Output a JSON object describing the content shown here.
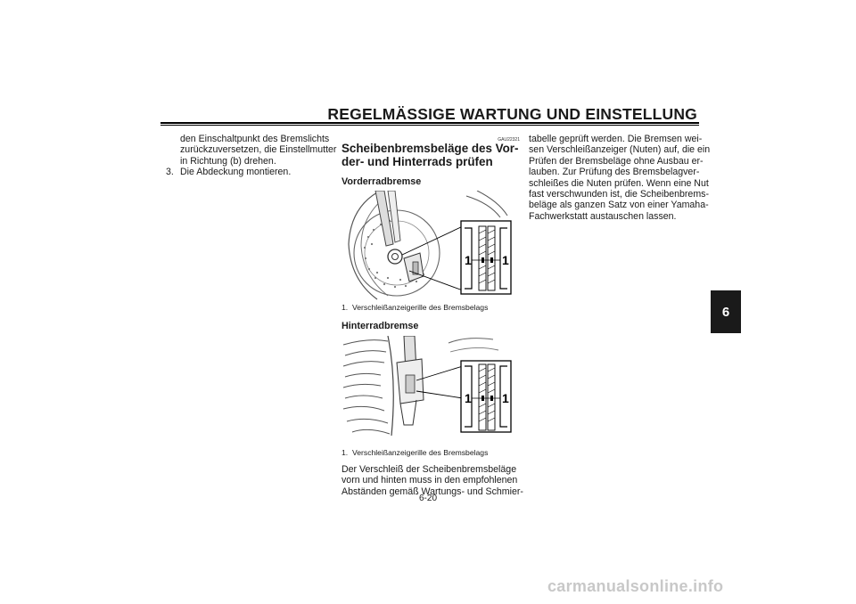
{
  "header": {
    "title": "REGELMÄSSIGE WARTUNG UND EINSTELLUNG"
  },
  "column1": {
    "continuation_lines": [
      "den Einschaltpunkt des Bremslichts",
      "zurückzuversetzen, die Einstellmutter",
      "in Richtung (b) drehen."
    ],
    "step": {
      "number": "3.",
      "text": "Die Abdeckung montieren."
    }
  },
  "section": {
    "code": "GAU22321",
    "title_lines": [
      "Scheibenbremsbeläge des Vor-",
      "der- und Hinterrads prüfen"
    ]
  },
  "front": {
    "heading": "Vorderradbremse",
    "caption_num": "1.",
    "caption_text": "Verschleißanzeigerille des Bremsbelags",
    "label_left": "1",
    "label_right": "1"
  },
  "rear": {
    "heading": "Hinterradbremse",
    "caption_num": "1.",
    "caption_text": "Verschleißanzeigerille des Bremsbelags",
    "label_left": "1",
    "label_right": "1"
  },
  "column2_paragraph": [
    "Der Verschleiß der Scheibenbremsbeläge",
    "vorn und hinten muss in den empfohlenen",
    "Abständen gemäß Wartungs- und Schmier-"
  ],
  "column3_paragraph": [
    "tabelle geprüft werden. Die Bremsen wei-",
    "sen Verschleißanzeiger (Nuten) auf, die ein",
    "Prüfen der Bremsbeläge ohne Ausbau er-",
    "lauben. Zur Prüfung des Bremsbelagver-",
    "schleißes die Nuten prüfen. Wenn eine Nut",
    "fast verschwunden ist, die Scheibenbrems-",
    "beläge als ganzen Satz von einer Yamaha-",
    "Fachwerkstatt austauschen lassen."
  ],
  "side_tab": "6",
  "page_number": "6-20",
  "watermark": "carmanualsonline.info"
}
